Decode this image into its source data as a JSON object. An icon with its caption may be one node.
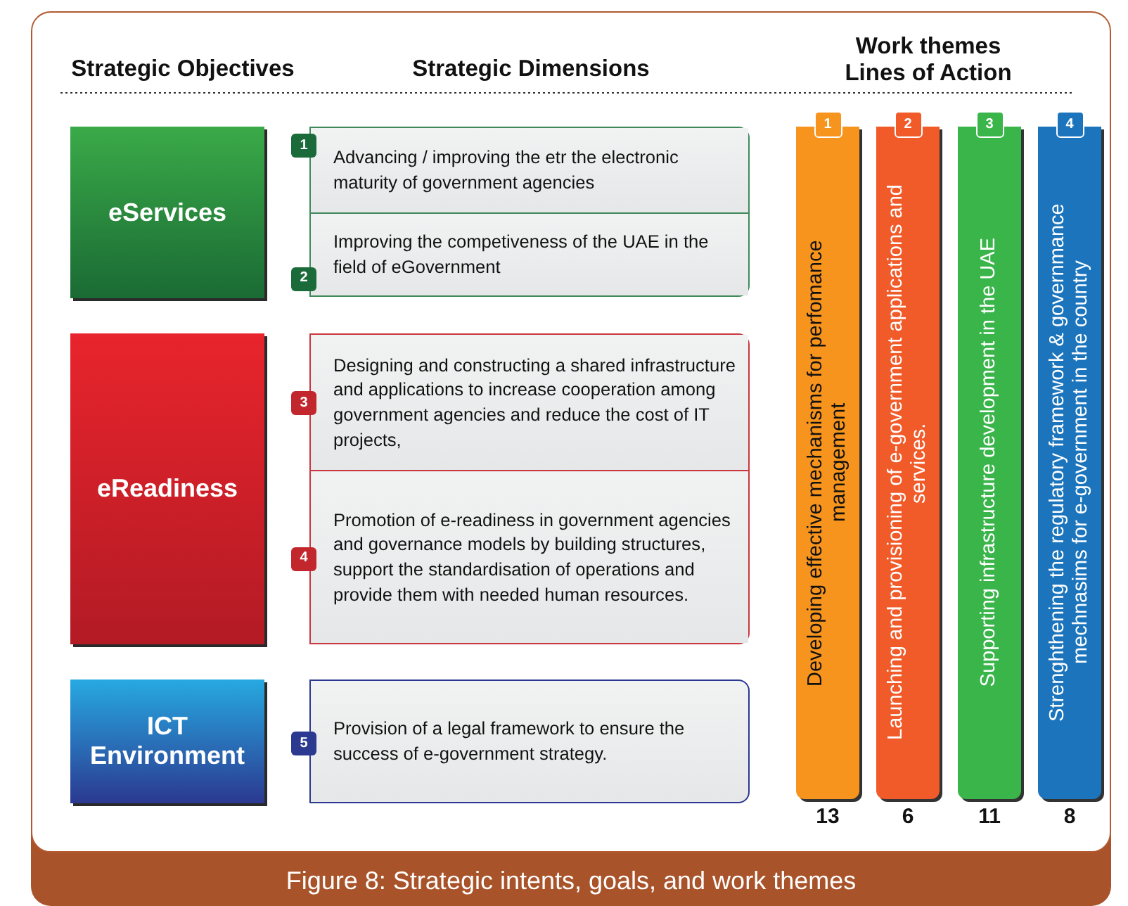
{
  "diagram": {
    "caption": "Figure 8: Strategic intents, goals, and work themes",
    "nodes": [
      {
        "text": [
          "eServices"
        ]
      },
      {
        "text": [],
        "shape": "box"
      },
      {
        "text": [
          "1",
          "Advancing / improving the etr the electronic maturity of government agencies"
        ],
        "in": 1
      },
      {
        "text": [
          "2",
          "Improving the competiveness of the UAE in the field of eGovernment"
        ],
        "in": 1
      },
      {
        "text": [
          "eReadiness"
        ]
      },
      {
        "text": [],
        "shape": "box"
      },
      {
        "text": [
          "3",
          "Designing and constructing a shared infrastructure and applications to increase cooperation among government agencies and reduce the cost of IT projects,"
        ],
        "in": 5
      },
      {
        "text": [
          "4",
          "Promotion of e-readiness in government agencies and governance models by building structures, support the standardisation of operations and provide them with needed human resources."
        ],
        "in": 5
      },
      {
        "text": [
          "ICT Environment"
        ]
      },
      {
        "text": [
          "5",
          "Provision of a legal framework to ensure the success of e-government strategy."
        ]
      },
      {
        "text": [
          "1",
          "Developing effective mechanisms for perfomance management"
        ],
        "beside": [
          "13"
        ]
      },
      {
        "text": [
          "2",
          "Launching and provisioning of e-government applications and services."
        ],
        "beside": [
          "6"
        ]
      },
      {
        "text": [
          "3",
          "Supporting infrastructure development in the UAE"
        ],
        "beside": [
          "11"
        ]
      },
      {
        "text": [
          "4",
          "Strenghthening the regulatory framework & governmance mechnasims for e-government in the country"
        ],
        "beside": [
          "8"
        ]
      }
    ],
    "labels": [
      "Strategic Objectives",
      "Strategic Dimensions",
      "Work themes Lines of Action"
    ]
  }
}
